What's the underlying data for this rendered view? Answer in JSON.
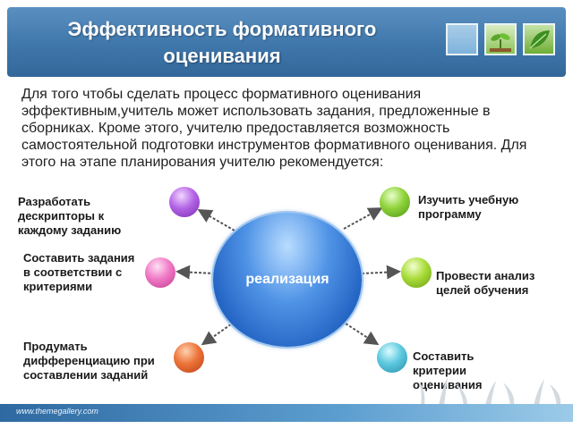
{
  "header": {
    "title": "Эффективность формативного оценивания"
  },
  "intro_text": "Для того чтобы сделать процесс формативного оценивания эффективным,учитель может использовать задания, предложенные в сборниках. Кроме   этого, учителю предоставляется возможность самостоятельной подготовки   инструментов формативного оценивания. Для этого на этапе планирования учителю рекомендуется:",
  "center": {
    "label": "реализация"
  },
  "items": {
    "left_top": "Разработать дескрипторы к каждому заданию",
    "left_middle": "Составить задания в соответствии с критериями",
    "left_bottom": "Продумать дифференциацию при составлении заданий",
    "right_top": "Изучить учебную программу",
    "right_middle": "Провести анализ целей обучения",
    "right_bottom": "Составить критерии оценивания"
  },
  "footer": {
    "url": "www.themegallery.com"
  },
  "colors": {
    "header_blue": "#3f77ab",
    "center_blue": "#1f5fc0",
    "purple": "#b465e6",
    "pink": "#f07ac6",
    "orange": "#ec7438",
    "green": "#8fd33a",
    "lime": "#a9dc3a",
    "cyan": "#5cc8de"
  }
}
